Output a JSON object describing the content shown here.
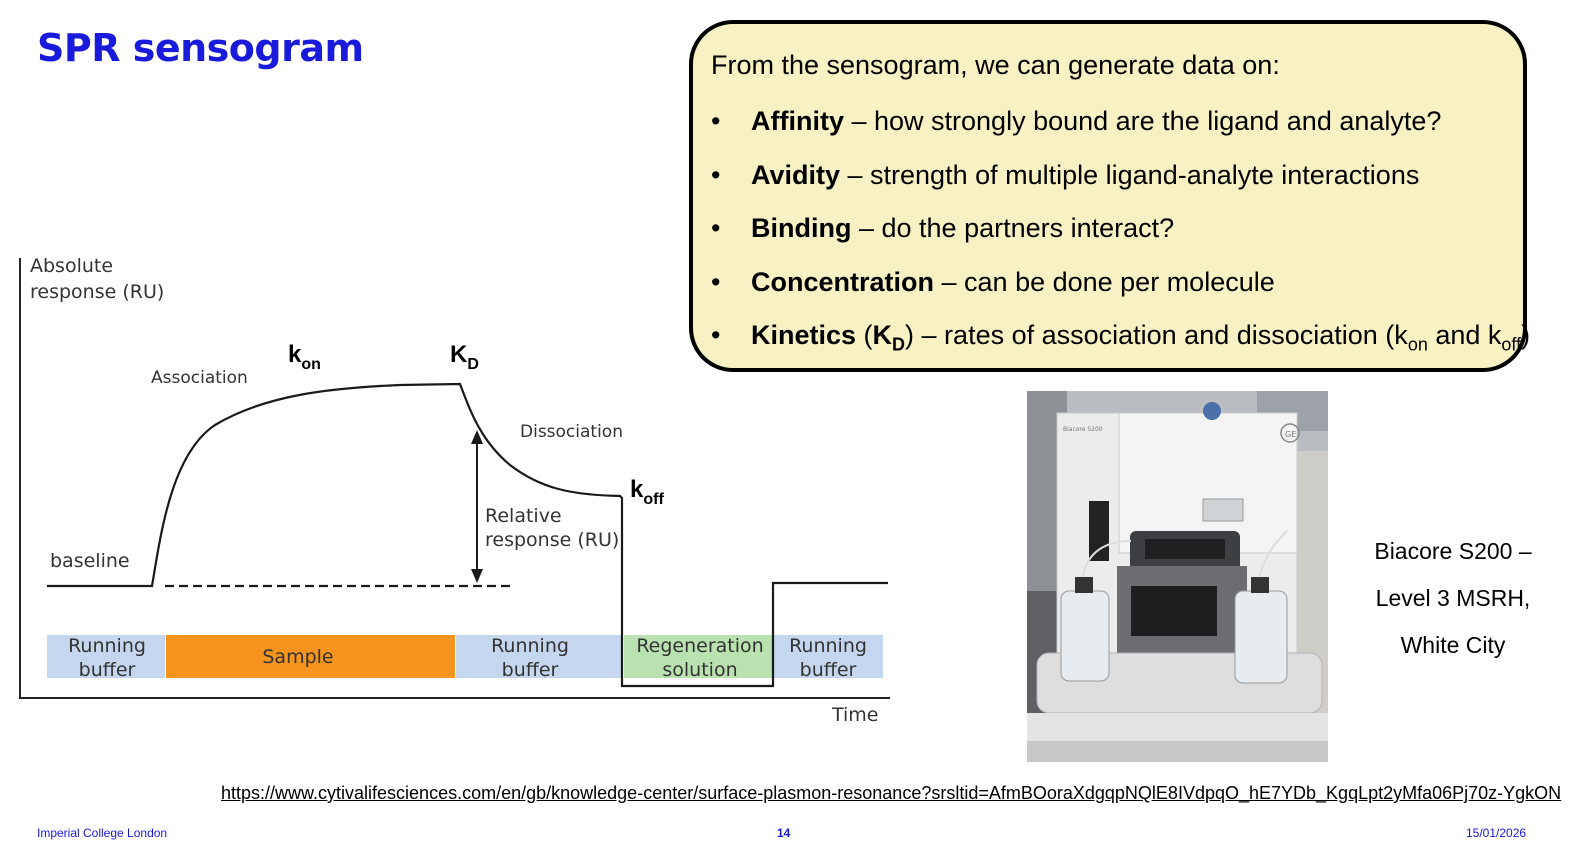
{
  "slide": {
    "title": "SPR sensogram",
    "infobox": {
      "intro": "From the sensogram, we can generate data on:",
      "items": [
        {
          "term": "Affinity",
          "desc": " – how strongly bound are the ligand and analyte?"
        },
        {
          "term": "Avidity",
          "desc": " – strength of multiple ligand-analyte interactions"
        },
        {
          "term": "Binding",
          "desc": " – do the partners interact?"
        },
        {
          "term": "Concentration",
          "desc": " – can be done per molecule"
        },
        {
          "term": "Kinetics",
          "desc_a": " (",
          "kd_main": "K",
          "kd_sub": "D",
          "desc_b": ") – rates of association and dissociation (k",
          "kon_sub": "on",
          "desc_c": " and k",
          "koff_sub": "off",
          "desc_d": ")"
        }
      ],
      "bullet": "•"
    },
    "diagram": {
      "y_axis_label_line1": "Absolute",
      "y_axis_label_line2": "response (RU)",
      "x_axis_label": "Time",
      "association_label": "Association",
      "dissociation_label": "Dissociation",
      "baseline_label": "baseline",
      "relative_label_line1": "Relative",
      "relative_label_line2": "response (RU)",
      "kon_main": "k",
      "kon_sub": "on",
      "kd_main": "K",
      "kd_sub": "D",
      "koff_main": "k",
      "koff_sub": "off",
      "phases": [
        {
          "line1": "Running",
          "line2": "buffer",
          "color": "#c5d7ee"
        },
        {
          "line1": "Sample",
          "line2": "",
          "color": "#f6941d"
        },
        {
          "line1": "Running",
          "line2": "buffer",
          "color": "#c5d7ee"
        },
        {
          "line1": "Regeneration",
          "line2": "solution",
          "color": "#b9e2b0"
        },
        {
          "line1": "Running",
          "line2": "buffer",
          "color": "#c5d7ee"
        }
      ]
    },
    "instrument_caption": {
      "line1": "Biacore S200 –",
      "line2": "Level 3 MSRH,",
      "line3": "White City"
    },
    "instrument_photo": {
      "ge_logo_text": "GE",
      "brand_text": "Biacore S200"
    },
    "source_link": "https://www.cytivalifesciences.com/en/gb/knowledge-center/surface-plasmon-resonance?srsltid=AfmBOoraXdgqpNQlE8IVdpqO_hE7YDb_KgqLpt2yMfa06Pj70z-YgkON",
    "footer": {
      "institution": "Imperial College London",
      "page_number": "14",
      "date": "15/01/2026"
    },
    "colors": {
      "title_blue": "#1a1adb",
      "box_fill": "#f8f1c3",
      "buffer_blue": "#c5d7ee",
      "sample_orange": "#f6941d",
      "regen_green": "#b9e2b0"
    }
  }
}
